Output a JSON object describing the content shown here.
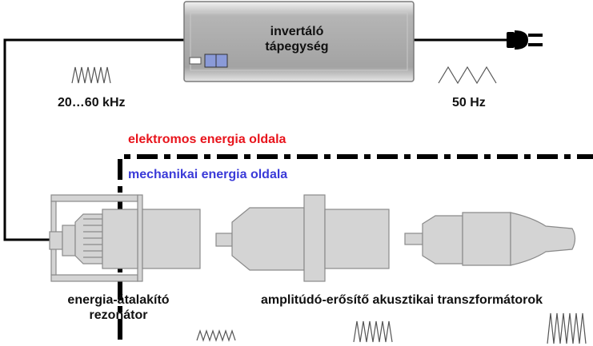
{
  "inverter": {
    "line1": "invertáló",
    "line2": "tápegység"
  },
  "frequencies": {
    "output": "20…60 kHz",
    "mains": "50 Hz"
  },
  "divider": {
    "top_label": "elektromos energia oldala",
    "bottom_label": "mechanikai energia oldala",
    "top_color": "#e8141c",
    "bottom_color": "#3a3ad8"
  },
  "captions": {
    "converter_line1": "energia-átalakító",
    "converter_line2": "rezonátor",
    "boosters": "amplitúdó-erősítő akusztikai transzformátorok"
  },
  "colors": {
    "device_fill": "#d4d4d4",
    "device_stroke": "#8a8a8a",
    "box_fill": "#a9a9a9",
    "line": "#000000"
  },
  "icons": [
    "power-plug-icon",
    "zigzag-waveform-icon",
    "triangle-waveform-icon"
  ]
}
